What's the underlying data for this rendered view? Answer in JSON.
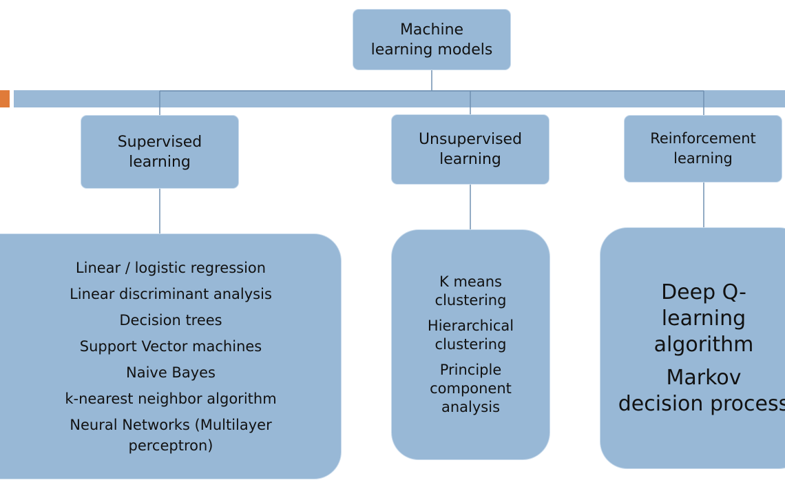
{
  "colors": {
    "box_fill": "#98b8d6",
    "box_border": "#c9dbec",
    "band": "#9ab9d6",
    "accent": "#e07b39",
    "connector": "#6f8fb0"
  },
  "root": {
    "line1": "Machine",
    "line2": "learning models"
  },
  "categories": [
    {
      "line1": "Supervised",
      "line2": "learning"
    },
    {
      "line1": "Unsupervised",
      "line2": "learning"
    },
    {
      "line1": "Reinforcement",
      "line2": "learning"
    }
  ],
  "supervised_models": [
    "Linear / logistic regression",
    "Linear discriminant analysis",
    "Decision trees",
    "Support Vector machines",
    "Naive Bayes",
    "k-nearest neighbor algorithm",
    "Neural Networks (Multilayer",
    "perceptron)"
  ],
  "unsupervised_models": [
    "K means",
    "clustering",
    "Hierarchical",
    "clustering",
    "Principle",
    "component",
    "analysis"
  ],
  "reinforcement_models": [
    "Deep Q-",
    "learning",
    "algorithm",
    "Markov",
    "decision process"
  ]
}
